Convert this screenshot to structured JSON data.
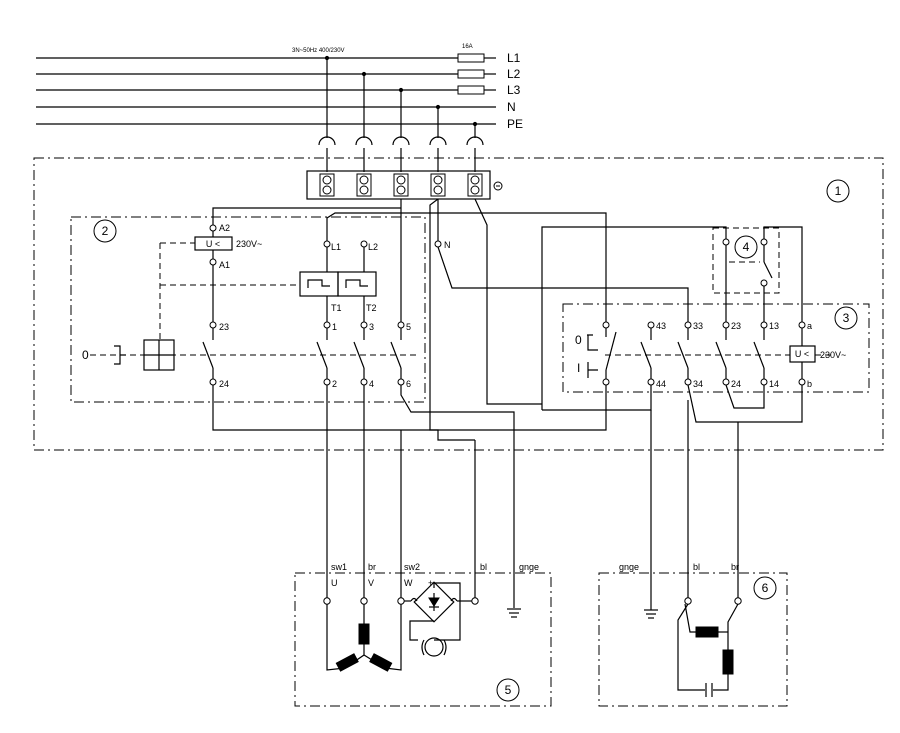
{
  "supply": {
    "rating": "3N~50Hz 400/230V",
    "fuse": "16A",
    "lines": [
      "L1",
      "L2",
      "L3",
      "N",
      "PE"
    ]
  },
  "callouts": [
    "1",
    "2",
    "3",
    "4",
    "5",
    "6"
  ],
  "switch_2": {
    "coil_top": "A2",
    "coil_bottom": "A1",
    "coil_symbol": "U <",
    "coil_voltage": "230V~",
    "line_terms": [
      "L1",
      "L2",
      "N"
    ],
    "thermal_terms": [
      "T1",
      "T2"
    ],
    "top_terms": [
      "23",
      "1",
      "3",
      "5"
    ],
    "bottom_terms": [
      "24",
      "2",
      "4",
      "6"
    ],
    "off_label": "0"
  },
  "switch_3": {
    "off_label": "0",
    "on_label": "I",
    "top_terms": [
      "43",
      "33",
      "23",
      "13",
      "a"
    ],
    "bottom_terms": [
      "44",
      "34",
      "24",
      "14",
      "b"
    ],
    "coil_symbol": "U <",
    "coil_voltage": "230V~"
  },
  "motor_5": {
    "wires": [
      "sw1",
      "br",
      "sw2",
      "bl",
      "gnge"
    ],
    "terms": [
      "U",
      "V",
      "W"
    ]
  },
  "unit_6": {
    "wires": [
      "gnge",
      "bl",
      "br"
    ]
  }
}
